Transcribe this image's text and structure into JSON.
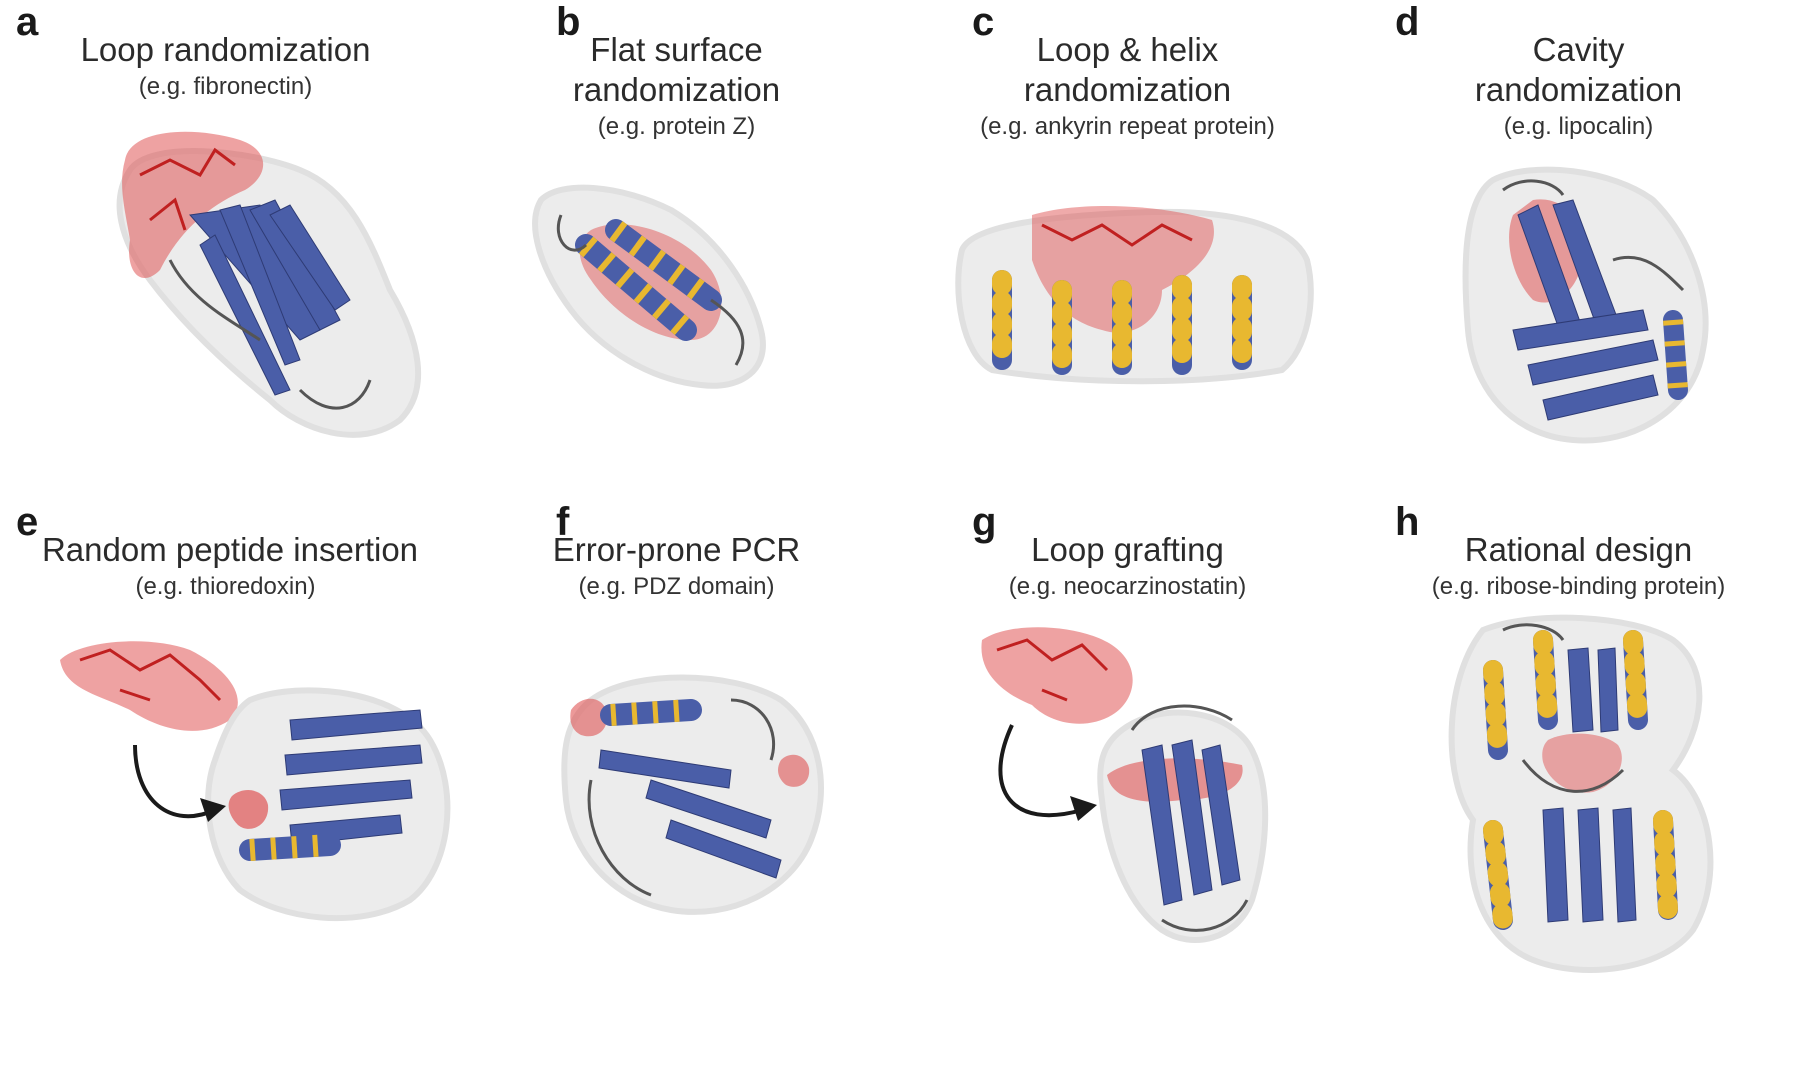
{
  "panels": [
    {
      "letter": "a",
      "title": "Loop randomization",
      "subtitle": "(e.g. fibronectin)"
    },
    {
      "letter": "b",
      "title": "Flat surface randomization",
      "subtitle": "(e.g. protein Z)"
    },
    {
      "letter": "c",
      "title": "Loop & helix randomization",
      "subtitle": "(e.g. ankyrin repeat protein)"
    },
    {
      "letter": "d",
      "title": "Cavity randomization",
      "subtitle": "(e.g. lipocalin)"
    },
    {
      "letter": "e",
      "title": "Random peptide insertion",
      "subtitle": "(e.g. thioredoxin)"
    },
    {
      "letter": "f",
      "title": "Error-prone PCR",
      "subtitle": "(e.g. PDZ domain)"
    },
    {
      "letter": "g",
      "title": "Loop grafting",
      "subtitle": "(e.g. neocarzinostatin)"
    },
    {
      "letter": "h",
      "title": "Rational design",
      "subtitle": "(e.g. ribose-binding protein)"
    }
  ],
  "colors": {
    "surface": "#ececec",
    "strand": "#4a5ea8",
    "helix_accent": "#e8b830",
    "randomized": "#e05555",
    "coil": "#555555",
    "arrow": "#1a1a1a"
  }
}
